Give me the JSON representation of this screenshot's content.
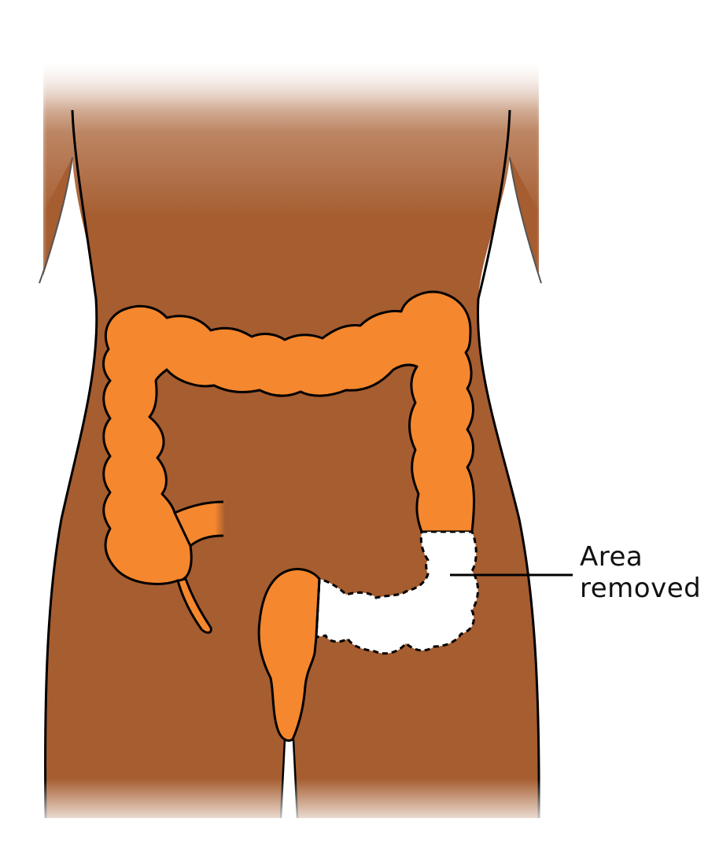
{
  "diagram": {
    "type": "anatomical-illustration",
    "subject": "torso with large intestine (colon) showing removed section",
    "annotation": {
      "line1": "Area",
      "line2": "removed"
    },
    "colors": {
      "skin": "#A65D30",
      "colon": "#F5872E",
      "removed_area": "#FFFFFF",
      "outline": "#000000",
      "background": "#FFFFFF"
    },
    "regions": [
      {
        "name": "ascending-colon",
        "state": "present"
      },
      {
        "name": "transverse-colon",
        "state": "present"
      },
      {
        "name": "descending-colon",
        "state": "present"
      },
      {
        "name": "sigmoid-colon",
        "state": "removed",
        "outline": "dashed"
      },
      {
        "name": "rectum",
        "state": "present"
      },
      {
        "name": "appendix",
        "state": "present"
      },
      {
        "name": "small-intestine-stub",
        "state": "present"
      }
    ]
  }
}
